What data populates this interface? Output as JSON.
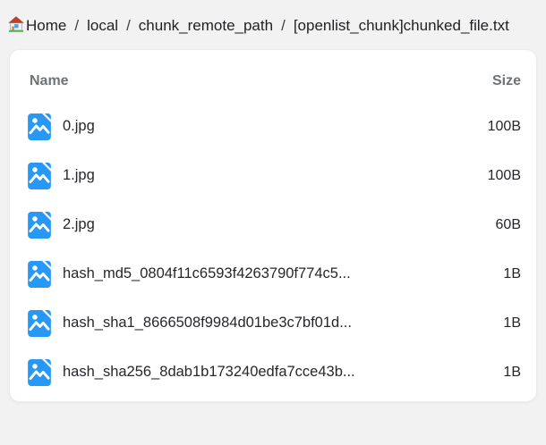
{
  "colors": {
    "accent_blue": "#2798f5",
    "page_background": "#f2f2f3",
    "card_background": "#ffffff",
    "text_primary": "#26272b",
    "header_muted": "#6f7276"
  },
  "breadcrumb": {
    "separator": "/",
    "items": [
      {
        "label": "Home",
        "icon": "home-icon"
      },
      {
        "label": "local"
      },
      {
        "label": "chunk_remote_path"
      },
      {
        "label": "[openlist_chunk]chunked_file.txt"
      }
    ]
  },
  "file_list": {
    "headers": {
      "name": "Name",
      "size": "Size"
    },
    "row_icon": "image-file-icon",
    "rows": [
      {
        "name": "0.jpg",
        "size": "100B"
      },
      {
        "name": "1.jpg",
        "size": "100B"
      },
      {
        "name": "2.jpg",
        "size": "60B"
      },
      {
        "name": "hash_md5_0804f11c6593f4263790f774c5...",
        "size": "1B"
      },
      {
        "name": "hash_sha1_8666508f9984d01be3c7bf01d...",
        "size": "1B"
      },
      {
        "name": "hash_sha256_8dab1b173240edfa7cce43b...",
        "size": "1B"
      }
    ]
  }
}
